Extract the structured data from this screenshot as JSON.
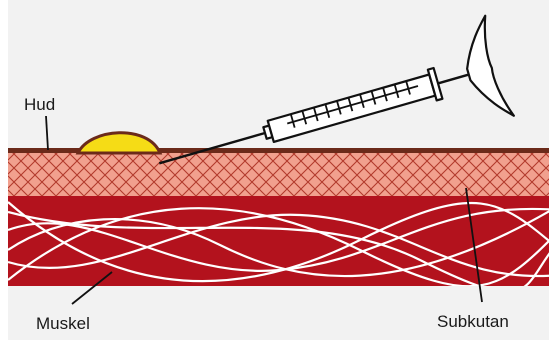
{
  "labels": {
    "skin": "Hud",
    "muscle": "Muskel",
    "subcutaneous": "Subkutan"
  },
  "colors": {
    "background": "#f2f2f2",
    "skin_line": "#6b2a1a",
    "subcutaneous_fill": "#f1a08e",
    "subcutaneous_hatch": "#b23a2c",
    "muscle_fill": "#b3121d",
    "muscle_fibers": "#ffffff",
    "injection_bleb": "#f5dc16",
    "syringe_stroke": "#111111"
  }
}
